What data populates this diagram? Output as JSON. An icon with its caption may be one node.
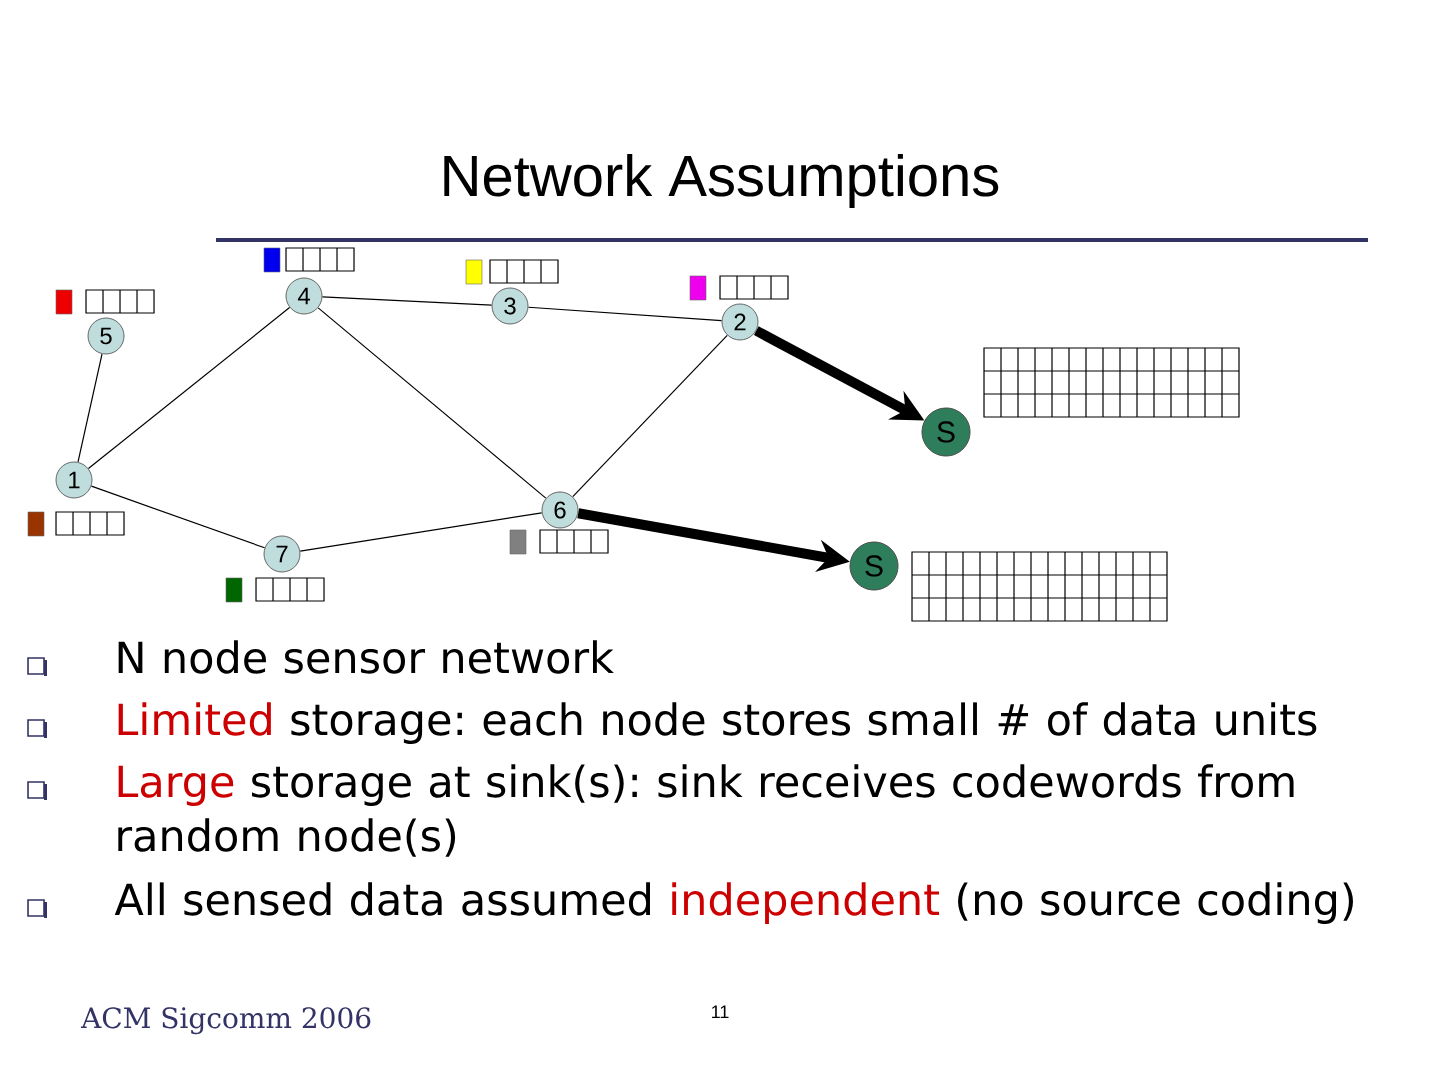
{
  "diagram": {
    "title": "Network Assumptions",
    "nodes": [
      {
        "text": [
          "1"
        ]
      },
      {
        "text": [
          "2"
        ]
      },
      {
        "text": [
          "3"
        ]
      },
      {
        "text": [
          "4"
        ]
      },
      {
        "text": [
          "5"
        ]
      },
      {
        "text": [
          "6"
        ]
      },
      {
        "text": [
          "7"
        ]
      },
      {
        "text": [
          "S"
        ]
      },
      {
        "text": [
          "S"
        ]
      }
    ],
    "edges": [
      {
        "from": 4,
        "to": 0,
        "arrow": "none"
      },
      {
        "from": 0,
        "to": 3,
        "arrow": "none"
      },
      {
        "from": 3,
        "to": 2,
        "arrow": "none"
      },
      {
        "from": 2,
        "to": 1,
        "arrow": "none"
      },
      {
        "from": 3,
        "to": 5,
        "arrow": "none"
      },
      {
        "from": 0,
        "to": 6,
        "arrow": "none"
      },
      {
        "from": 6,
        "to": 5,
        "arrow": "none"
      },
      {
        "from": 5,
        "to": 1,
        "arrow": "none"
      },
      {
        "from": 1,
        "to": 7,
        "arrow": "to",
        "style": "thick"
      },
      {
        "from": 5,
        "to": 8,
        "arrow": "to",
        "style": "thick"
      }
    ],
    "labels": [
      "N node sensor network",
      "Limited",
      "storage: each node stores small # of data units",
      "Large",
      "storage at sink(s): sink receives codewords from random node(s)",
      "All sensed data assumed",
      "independent",
      "(no source coding)",
      "ACM Sigcomm 2006",
      "11"
    ]
  }
}
